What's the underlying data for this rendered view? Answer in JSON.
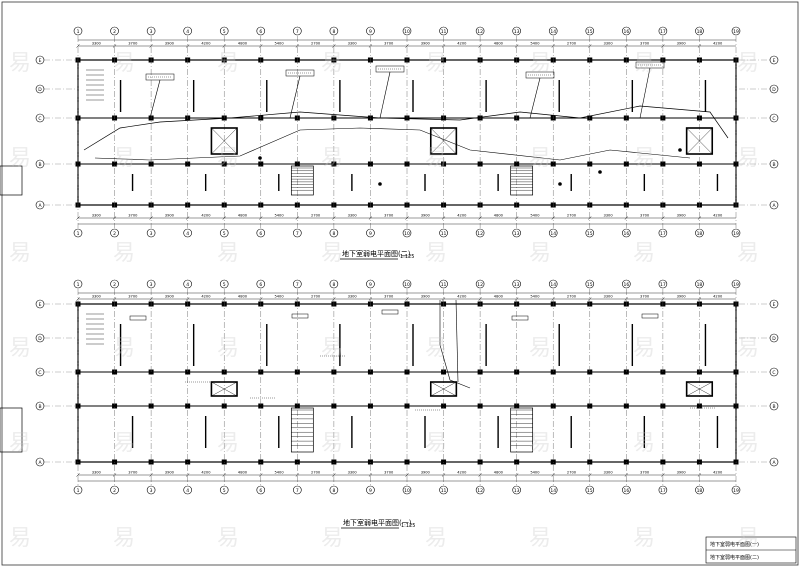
{
  "drawing": {
    "plans": [
      {
        "id": "plan-1",
        "title": "地下室弱电平面图(二)",
        "scale": "1:125"
      },
      {
        "id": "plan-2",
        "title": "地下室弱电平面图(一)",
        "scale": "1:125"
      }
    ],
    "axis_labels": [
      "1",
      "2",
      "3",
      "4",
      "5",
      "6",
      "7",
      "8",
      "9",
      "10",
      "11",
      "12",
      "13",
      "14",
      "15",
      "16",
      "17",
      "18",
      "19"
    ],
    "row_labels": [
      "A",
      "B",
      "C",
      "D",
      "E"
    ],
    "dimension_text": [
      "3300",
      "3700",
      "3900",
      "4200",
      "4800",
      "5400",
      "2700"
    ],
    "title_block": [
      "地下室弱电平面图(一)",
      "地下室弱电平面图(二)"
    ],
    "watermark_char": "易"
  }
}
